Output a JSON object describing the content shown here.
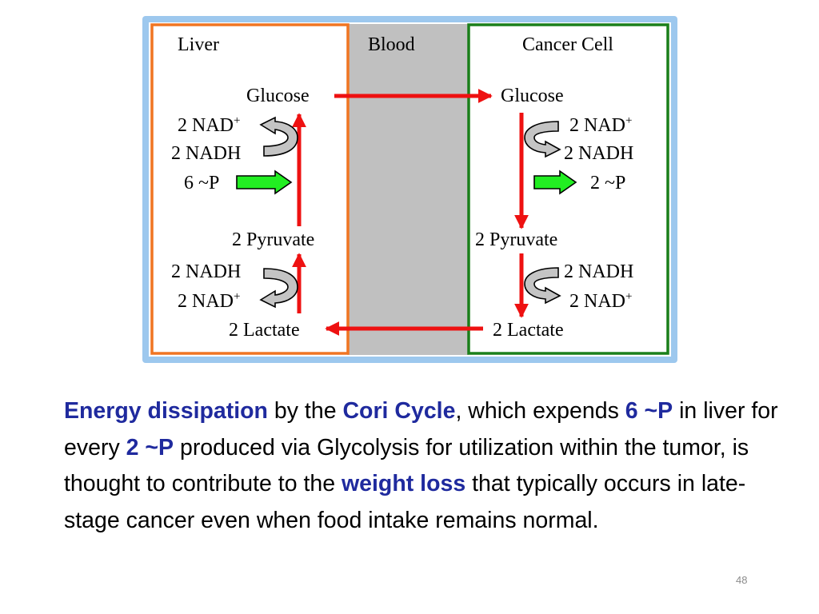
{
  "panels": {
    "liver": "Liver",
    "blood": "Blood",
    "cancer_cell": "Cancer Cell"
  },
  "liver": {
    "glucose": "Glucose",
    "nad_top": "2 NAD",
    "nadh_top": "2 NADH",
    "atp": "6 ~P",
    "pyruvate": "2 Pyruvate",
    "nadh_bottom": "2 NADH",
    "nad_bottom": "2 NAD",
    "lactate": "2 Lactate"
  },
  "cancer": {
    "glucose": "Glucose",
    "nad_top": "2 NAD",
    "nadh_top": "2 NADH",
    "atp": "2 ~P",
    "pyruvate": "2 Pyruvate",
    "nadh_bottom": "2 NADH",
    "nad_bottom": "2 NAD",
    "lactate": "2 Lactate"
  },
  "superscript_plus": "+",
  "caption": {
    "p1": "Energy dissipation",
    "p2": " by the ",
    "p3": "Cori Cycle",
    "p4": ", which expends ",
    "p5": "6 ~P",
    "p6": " in liver for every ",
    "p7": "2 ~P",
    "p8": " produced via Glycolysis for utilization within the tumor, is thought to contribute to the ",
    "p9": "weight loss",
    "p10": " that typically occurs in late-stage cancer even when food intake remains normal."
  },
  "slide_number": "48",
  "colors": {
    "frame": "#9dc8ee",
    "liver_border": "#f07522",
    "cancer_border": "#1a7f1a",
    "blood_band": "#c0c0c0",
    "red_arrow": "#ee1111",
    "green_arrow": "#22ee22",
    "gray_arrow": "#c4c4c4",
    "highlight_text": "#1f2a9e"
  }
}
